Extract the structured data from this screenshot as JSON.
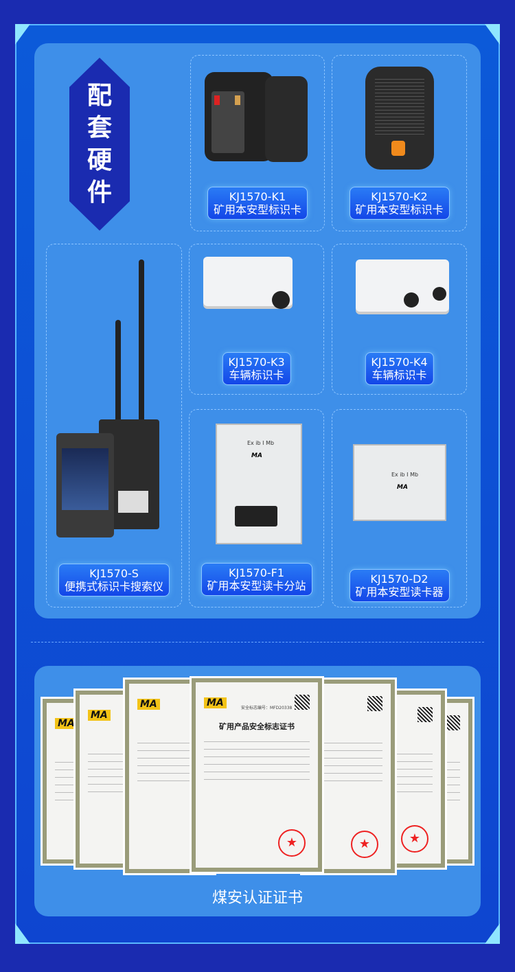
{
  "section_title": [
    "配",
    "套",
    "硬",
    "件"
  ],
  "products": [
    {
      "model": "KJ1570-K1",
      "name": "矿用本安型标识卡"
    },
    {
      "model": "KJ1570-K2",
      "name": "矿用本安型标识卡"
    },
    {
      "model": "KJ1570-S",
      "name": "便携式标识卡搜索仪"
    },
    {
      "model": "KJ1570-K3",
      "name": "车辆标识卡"
    },
    {
      "model": "KJ1570-K4",
      "name": "车辆标识卡"
    },
    {
      "model": "KJ1570-F1",
      "name": "矿用本安型读卡分站"
    },
    {
      "model": "KJ1570-D2",
      "name": "矿用本安型读卡器"
    }
  ],
  "device_marks": {
    "ma": "MA",
    "ex": "Ex ib I Mb"
  },
  "certificate": {
    "logo": "MA",
    "number": "安全标志编号：MFD20338",
    "title": "矿用产品安全标志证书"
  },
  "certificates_caption": "煤安认证证书"
}
